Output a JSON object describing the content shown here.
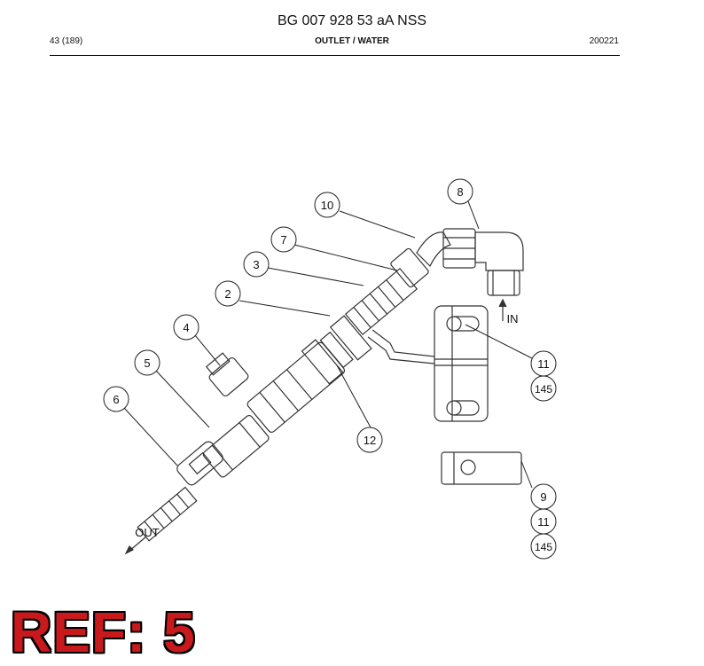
{
  "header": {
    "title": "BG 007 928 53 aA NSS",
    "page": "43 (189)",
    "section": "OUTLET / WATER",
    "code": "200221"
  },
  "callouts": {
    "c10": "10",
    "c8": "8",
    "c7": "7",
    "c3": "3",
    "c2": "2",
    "c4": "4",
    "c5": "5",
    "c6": "6",
    "c12": "12",
    "c11a": "11",
    "c145a": "145",
    "c9": "9",
    "c11b": "11",
    "c145b": "145"
  },
  "labels": {
    "in": "IN",
    "out": "OUT"
  },
  "ref_label": "REF: 5"
}
